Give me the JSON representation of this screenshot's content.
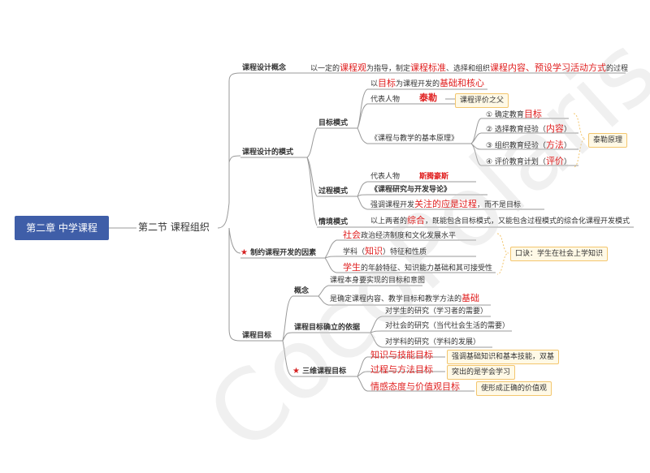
{
  "root": "第二章  中学课程",
  "section": "第二节  课程组织",
  "n1": {
    "label": "课程设计概念",
    "def": [
      {
        "t": "以一定的",
        "r": false
      },
      {
        "t": "课程观",
        "r": true
      },
      {
        "t": "为指导，制定",
        "r": false
      },
      {
        "t": "课程标准",
        "r": true
      },
      {
        "t": "、选择和组织",
        "r": false
      },
      {
        "t": "课程内容、预设学习活动方式",
        "r": true
      },
      {
        "t": "的过程",
        "r": false
      }
    ]
  },
  "n2": {
    "label": "课程设计的模式",
    "goal": {
      "label": "目标模式",
      "basis": [
        {
          "t": "以",
          "r": false
        },
        {
          "t": "目标",
          "r": true
        },
        {
          "t": "为课程开发的",
          "r": false
        },
        {
          "t": "基础和核心",
          "r": true
        }
      ],
      "rep_label": "代表人物",
      "rep_name": "泰勒",
      "rep_note": "课程评价之父",
      "book": "《课程与教学的基本原理》",
      "steps": [
        [
          {
            "t": "① 确定教育",
            "r": false
          },
          {
            "t": "目标",
            "r": true
          }
        ],
        [
          {
            "t": "② 选择教育经验（",
            "r": false
          },
          {
            "t": "内容",
            "r": true
          },
          {
            "t": "）",
            "r": false
          }
        ],
        [
          {
            "t": "③ 组织教育经验（",
            "r": false
          },
          {
            "t": "方法",
            "r": true
          },
          {
            "t": "）",
            "r": false
          }
        ],
        [
          {
            "t": "④ 评价教育计划（",
            "r": false
          },
          {
            "t": "评价",
            "r": true
          },
          {
            "t": "）",
            "r": false
          }
        ]
      ],
      "principle": "泰勒原理"
    },
    "process": {
      "label": "过程模式",
      "rep_label": "代表人物",
      "rep_name": "斯腾豪斯",
      "book": "《课程研究与开发导论》",
      "stress": [
        {
          "t": "强调课程开发",
          "r": false
        },
        {
          "t": "关注的应是过程",
          "r": true
        },
        {
          "t": "，而不是目标",
          "r": false
        }
      ]
    },
    "situation": {
      "label": "情境模式",
      "desc": [
        {
          "t": "以上两者的",
          "r": false
        },
        {
          "t": "综合",
          "r": true
        },
        {
          "t": "，既能包含目标模式，又能包含过程模式的综合化课程开发模式",
          "r": false
        }
      ]
    }
  },
  "n3": {
    "label": "制约课程开发的因素",
    "star": "★",
    "items": [
      [
        {
          "t": "社会",
          "r": true
        },
        {
          "t": "政治经济制度和文化发展水平",
          "r": false
        }
      ],
      [
        {
          "t": "学科（",
          "r": false
        },
        {
          "t": "知识",
          "r": true
        },
        {
          "t": "）特征和性质",
          "r": false
        }
      ],
      [
        {
          "t": "学生",
          "r": true
        },
        {
          "t": "的年龄特征、知识能力基础和其可接受性",
          "r": false
        }
      ]
    ],
    "mnemonic": "口诀：学生在社会上学知识"
  },
  "n4": {
    "label": "课程目标",
    "concept": {
      "label": "概念",
      "items": [
        [
          {
            "t": "课程本身要实现的目标和意图",
            "r": false
          }
        ],
        [
          {
            "t": "是确定课程内容、教学目标和教学方法的",
            "r": false
          },
          {
            "t": "基础",
            "r": true
          }
        ]
      ]
    },
    "basis": {
      "label": "课程目标确立的依据",
      "items": [
        "对学生的研究（学习者的需要）",
        "对社会的研究（当代社会生活的需要）",
        "对学科的研究（学科的发展）"
      ]
    },
    "three": {
      "label": "三维课程目标",
      "star": "★",
      "items": [
        {
          "name": "知识与技能目标",
          "note": "强调基础知识和基本技能，双基"
        },
        {
          "name": "过程与方法目标",
          "note": "突出的是学会学习"
        },
        {
          "name": "情感态度与价值观目标",
          "note": "使形成正确的价值观"
        }
      ]
    }
  },
  "watermark": "CocoPolaris",
  "colors": {
    "root_bg": "#3f5ea8",
    "highlight": "#e02020",
    "note_bg": "#fff9e6",
    "note_border": "#f3c66e",
    "line": "#9a9a9a",
    "dashed": "#f3c66e"
  }
}
